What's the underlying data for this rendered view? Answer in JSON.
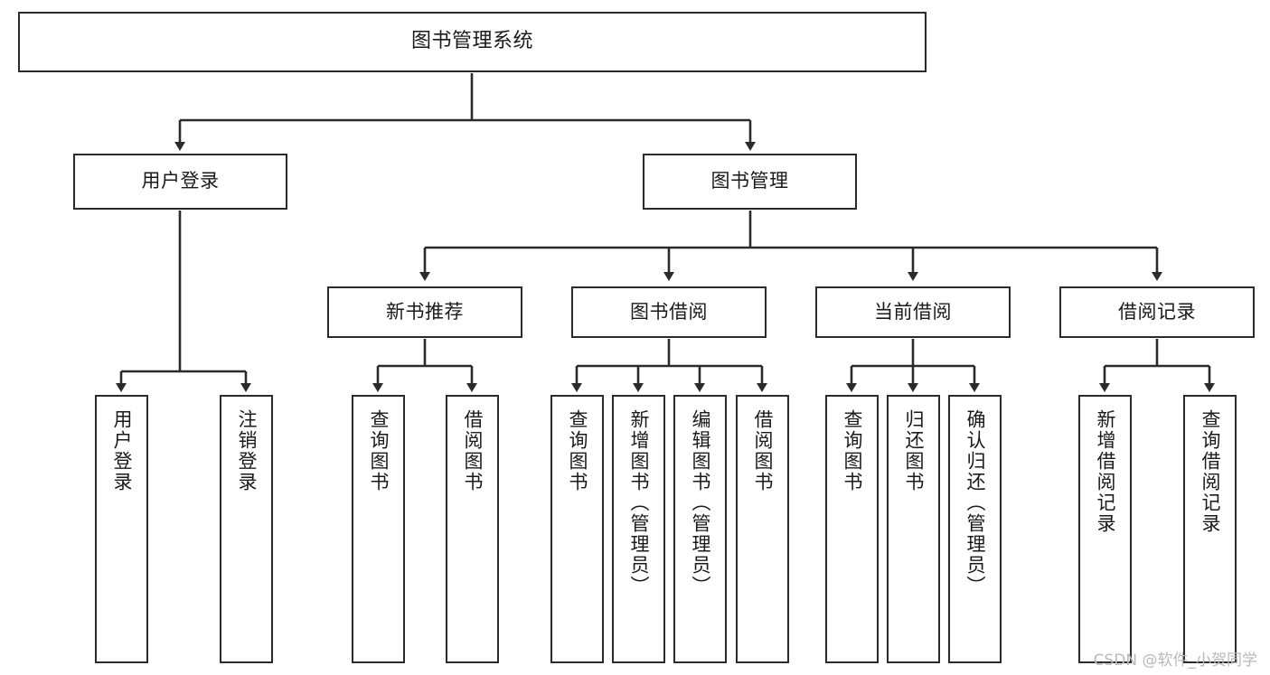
{
  "diagram": {
    "title": "图书管理系统",
    "type": "tree-hierarchy-diagram",
    "watermark": "CSDN @软件_小贺同学",
    "colors": {
      "box_border": "#2b2b2b",
      "box_fill": "#ffffff",
      "edge": "#2b2b2b",
      "text": "#1a1a1a",
      "watermark": "#b9b9b9",
      "background": "#ffffff"
    },
    "nodes": {
      "root": {
        "label": "图书管理系统"
      },
      "level2": [
        {
          "id": "user-login",
          "label": "用户登录"
        },
        {
          "id": "book-management",
          "label": "图书管理"
        }
      ],
      "level3": [
        {
          "id": "new-book-recommend",
          "label": "新书推荐"
        },
        {
          "id": "book-borrow",
          "label": "图书借阅"
        },
        {
          "id": "current-borrow",
          "label": "当前借阅"
        },
        {
          "id": "borrow-record",
          "label": "借阅记录"
        }
      ],
      "leaves": {
        "user_login": [
          {
            "id": "leaf-user-login",
            "label": "用户登录"
          },
          {
            "id": "leaf-logout-login",
            "label": "注销登录"
          }
        ],
        "new_book_recommend": [
          {
            "id": "leaf-query-book-1",
            "label": "查询图书"
          },
          {
            "id": "leaf-borrow-book-1",
            "label": "借阅图书"
          }
        ],
        "book_borrow": [
          {
            "id": "leaf-query-book-2",
            "label": "查询图书"
          },
          {
            "id": "leaf-add-book",
            "label": "新增图书（管理员）"
          },
          {
            "id": "leaf-edit-book",
            "label": "编辑图书（管理员）"
          },
          {
            "id": "leaf-borrow-book-2",
            "label": "借阅图书"
          }
        ],
        "current_borrow": [
          {
            "id": "leaf-query-book-3",
            "label": "查询图书"
          },
          {
            "id": "leaf-return-book",
            "label": "归还图书"
          },
          {
            "id": "leaf-confirm-return",
            "label": "确认归还（管理员）"
          }
        ],
        "borrow_record": [
          {
            "id": "leaf-add-record",
            "label": "新增借阅记录"
          },
          {
            "id": "leaf-query-record",
            "label": "查询借阅记录"
          }
        ]
      }
    }
  }
}
